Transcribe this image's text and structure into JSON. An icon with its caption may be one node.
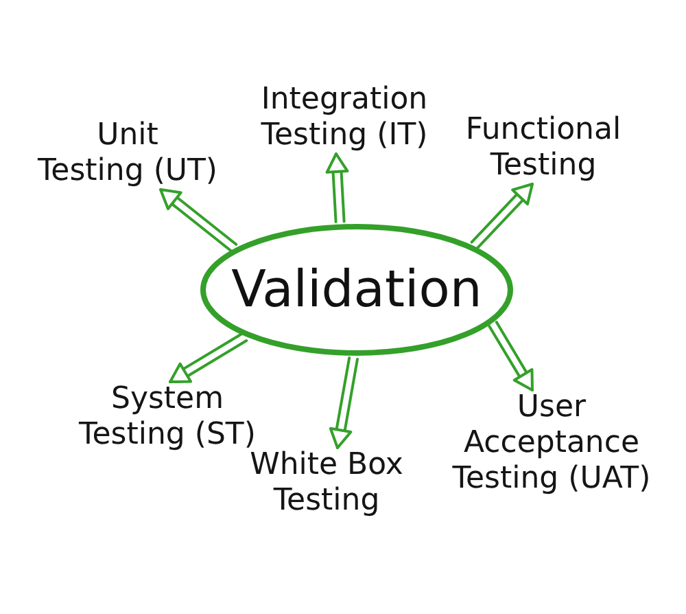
{
  "diagram": {
    "nodes": [
      {
        "text": [
          "Integration Testing (IT)"
        ]
      },
      {
        "text": [
          "Unit Testing (UT)"
        ]
      },
      {
        "text": [
          "Functional Testing"
        ]
      },
      {
        "text": [
          "Validation"
        ]
      },
      {
        "text": [
          "System Testing (ST)"
        ]
      },
      {
        "text": [
          "White Box Testing"
        ]
      },
      {
        "text": [
          "User Acceptance Testing (UAT)"
        ]
      }
    ],
    "edges": [
      {
        "from": 3,
        "to": 1,
        "arrow": "to"
      },
      {
        "from": 3,
        "to": 0,
        "arrow": "to"
      },
      {
        "from": 3,
        "to": 2,
        "arrow": "to"
      },
      {
        "from": 3,
        "to": 4,
        "arrow": "to"
      },
      {
        "from": 3,
        "to": 5,
        "arrow": "to"
      },
      {
        "from": 3,
        "to": 6,
        "arrow": "to"
      }
    ]
  }
}
